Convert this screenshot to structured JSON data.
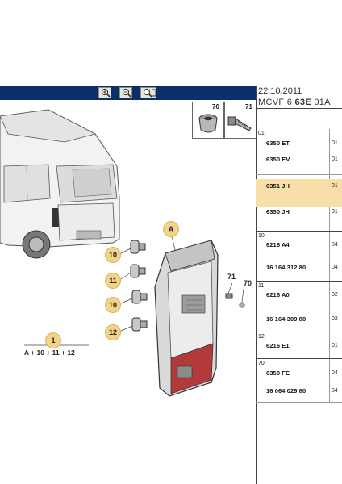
{
  "header": {
    "date": "22.10.2011",
    "code_prefix": "MCVF 6 ",
    "code_bold": "63E",
    "code_suffix": " 01A"
  },
  "toolbar": {
    "icons": [
      "zoom-in-icon",
      "zoom-out-icon",
      "zoom-fit-icon"
    ]
  },
  "detail_cells": [
    {
      "num": "70"
    },
    {
      "num": "71"
    }
  ],
  "callouts": {
    "A": "A",
    "c1": "1",
    "c10a": "10",
    "c11": "11",
    "c10b": "10",
    "c12": "12",
    "lbl71": "71",
    "lbl70": "70"
  },
  "formula": "A + 10 + 11 + 12",
  "parts_table": [
    {
      "group": "01",
      "rows": [
        {
          "ref": "6350 ET",
          "qty": "01"
        },
        {
          "ref": "6350 EV",
          "qty": "01"
        }
      ]
    },
    {
      "group": "",
      "rows": [
        {
          "ref": "6351 JH",
          "qty": "01",
          "highlight": true
        },
        {
          "ref": "6350 JH",
          "qty": "01"
        }
      ]
    },
    {
      "group": "10",
      "rows": [
        {
          "ref": "6216 A4",
          "qty": "04"
        },
        {
          "ref": "16 164 312 80",
          "qty": "04"
        }
      ]
    },
    {
      "group": "11",
      "rows": [
        {
          "ref": "6216 A0",
          "qty": "02"
        },
        {
          "ref": "16 164 309 80",
          "qty": "02"
        }
      ]
    },
    {
      "group": "12",
      "rows": [
        {
          "ref": "6216 E1",
          "qty": "01"
        }
      ]
    },
    {
      "group": "70",
      "rows": [
        {
          "ref": "6350 FE",
          "qty": "04"
        },
        {
          "ref": "16 064 029 80",
          "qty": "04"
        }
      ]
    }
  ],
  "colors": {
    "toolbar": "#0b2f6b",
    "callout": "#f3d289",
    "highlight": "#f8dfa8",
    "lamp_red": "#b23a3a"
  }
}
